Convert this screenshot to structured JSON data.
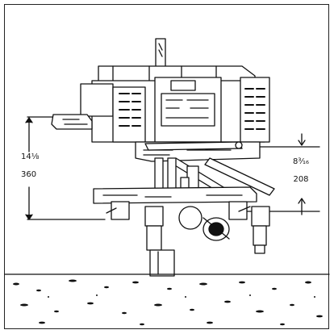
{
  "dimensions": {
    "left": {
      "imperial": "14⅛",
      "metric": "360"
    },
    "right": {
      "imperial": "8³⁄₁₆",
      "metric": "208"
    }
  }
}
